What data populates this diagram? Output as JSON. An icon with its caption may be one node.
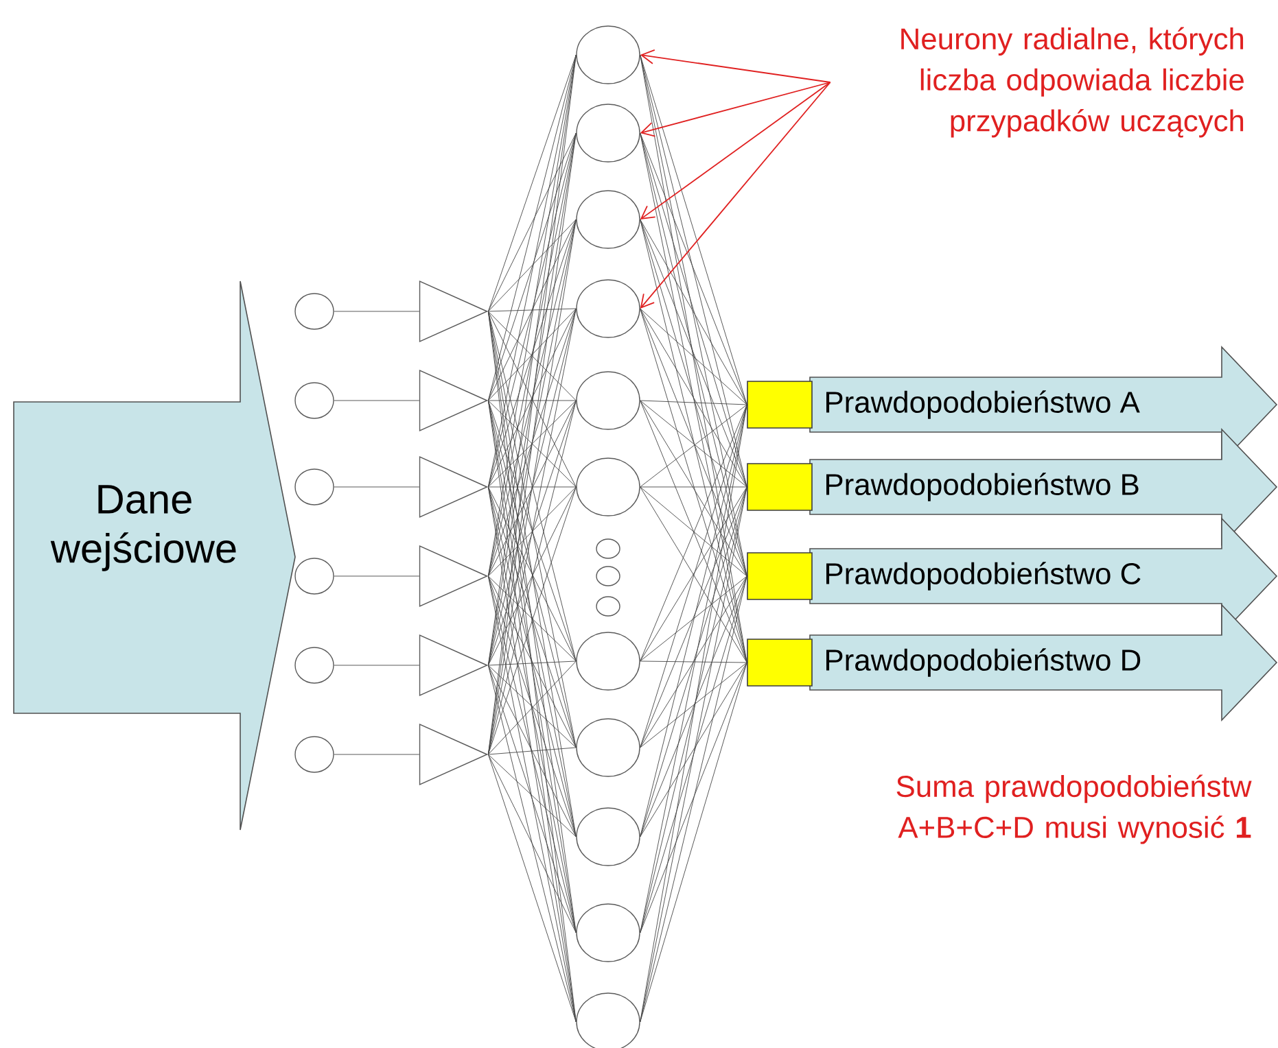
{
  "diagram": {
    "nodes": [
      {
        "text": [
          "Dane wejściowe"
        ]
      },
      {
        "text": [],
        "shape": "circle"
      },
      {
        "text": [],
        "shape": "circle"
      },
      {
        "text": [],
        "shape": "circle"
      },
      {
        "text": [],
        "shape": "circle"
      },
      {
        "text": [],
        "shape": "circle"
      },
      {
        "text": [],
        "shape": "circle"
      },
      {
        "text": [],
        "shape": "triangle"
      },
      {
        "text": [],
        "shape": "triangle"
      },
      {
        "text": [],
        "shape": "triangle"
      },
      {
        "text": [],
        "shape": "triangle"
      },
      {
        "text": [],
        "shape": "triangle"
      },
      {
        "text": [],
        "shape": "triangle"
      },
      {
        "text": [],
        "shape": "circle"
      },
      {
        "text": [],
        "shape": "circle"
      },
      {
        "text": [],
        "shape": "circle"
      },
      {
        "text": [],
        "shape": "circle"
      },
      {
        "text": [],
        "shape": "circle"
      },
      {
        "text": [],
        "shape": "circle"
      },
      {
        "text": [],
        "shape": "circle"
      },
      {
        "text": [],
        "shape": "circle"
      },
      {
        "text": [],
        "shape": "circle"
      },
      {
        "text": [],
        "shape": "circle"
      },
      {
        "text": [],
        "shape": "circle"
      },
      {
        "text": [],
        "shape": "circle"
      },
      {
        "text": [],
        "shape": "circle"
      },
      {
        "text": [],
        "shape": "circle"
      },
      {
        "text": [],
        "shape": "box"
      },
      {
        "text": [],
        "shape": "box"
      },
      {
        "text": [],
        "shape": "box"
      },
      {
        "text": [],
        "shape": "box"
      },
      {
        "text": [
          "Prawdopodobieństwo  A"
        ]
      },
      {
        "text": [
          "Prawdopodobieństwo  B"
        ]
      },
      {
        "text": [
          "Prawdopodobieństwo  C"
        ]
      },
      {
        "text": [
          "Prawdopodobieństwo  D"
        ]
      },
      {
        "text": [
          "Neurony radialne, których liczba odpowiada liczbie przypadków uczących"
        ]
      }
    ],
    "edges": [
      {
        "from": 1,
        "to": 7,
        "arrow": "none"
      },
      {
        "from": 2,
        "to": 8,
        "arrow": "none"
      },
      {
        "from": 3,
        "to": 9,
        "arrow": "none"
      },
      {
        "from": 4,
        "to": 10,
        "arrow": "none"
      },
      {
        "from": 5,
        "to": 11,
        "arrow": "none"
      },
      {
        "from": 6,
        "to": 12,
        "arrow": "none"
      },
      {
        "from": 7,
        "to": 13,
        "arrow": "none"
      },
      {
        "from": 7,
        "to": 14,
        "arrow": "none"
      },
      {
        "from": 7,
        "to": 15,
        "arrow": "none"
      },
      {
        "from": 7,
        "to": 16,
        "arrow": "none"
      },
      {
        "from": 7,
        "to": 17,
        "arrow": "none"
      },
      {
        "from": 7,
        "to": 18,
        "arrow": "none"
      },
      {
        "from": 7,
        "to": 22,
        "arrow": "none"
      },
      {
        "from": 7,
        "to": 23,
        "arrow": "none"
      },
      {
        "from": 7,
        "to": 24,
        "arrow": "none"
      },
      {
        "from": 7,
        "to": 25,
        "arrow": "none"
      },
      {
        "from": 7,
        "to": 26,
        "arrow": "none"
      },
      {
        "from": 8,
        "to": 13,
        "arrow": "none"
      },
      {
        "from": 8,
        "to": 14,
        "arrow": "none"
      },
      {
        "from": 8,
        "to": 15,
        "arrow": "none"
      },
      {
        "from": 8,
        "to": 16,
        "arrow": "none"
      },
      {
        "from": 8,
        "to": 17,
        "arrow": "none"
      },
      {
        "from": 8,
        "to": 18,
        "arrow": "none"
      },
      {
        "from": 8,
        "to": 22,
        "arrow": "none"
      },
      {
        "from": 8,
        "to": 23,
        "arrow": "none"
      },
      {
        "from": 8,
        "to": 24,
        "arrow": "none"
      },
      {
        "from": 8,
        "to": 25,
        "arrow": "none"
      },
      {
        "from": 8,
        "to": 26,
        "arrow": "none"
      },
      {
        "from": 9,
        "to": 13,
        "arrow": "none"
      },
      {
        "from": 9,
        "to": 14,
        "arrow": "none"
      },
      {
        "from": 9,
        "to": 15,
        "arrow": "none"
      },
      {
        "from": 9,
        "to": 16,
        "arrow": "none"
      },
      {
        "from": 9,
        "to": 17,
        "arrow": "none"
      },
      {
        "from": 9,
        "to": 18,
        "arrow": "none"
      },
      {
        "from": 9,
        "to": 22,
        "arrow": "none"
      },
      {
        "from": 9,
        "to": 23,
        "arrow": "none"
      },
      {
        "from": 9,
        "to": 24,
        "arrow": "none"
      },
      {
        "from": 9,
        "to": 25,
        "arrow": "none"
      },
      {
        "from": 9,
        "to": 26,
        "arrow": "none"
      },
      {
        "from": 10,
        "to": 13,
        "arrow": "none"
      },
      {
        "from": 10,
        "to": 14,
        "arrow": "none"
      },
      {
        "from": 10,
        "to": 15,
        "arrow": "none"
      },
      {
        "from": 10,
        "to": 16,
        "arrow": "none"
      },
      {
        "from": 10,
        "to": 17,
        "arrow": "none"
      },
      {
        "from": 10,
        "to": 18,
        "arrow": "none"
      },
      {
        "from": 10,
        "to": 22,
        "arrow": "none"
      },
      {
        "from": 10,
        "to": 23,
        "arrow": "none"
      },
      {
        "from": 10,
        "to": 24,
        "arrow": "none"
      },
      {
        "from": 10,
        "to": 25,
        "arrow": "none"
      },
      {
        "from": 10,
        "to": 26,
        "arrow": "none"
      },
      {
        "from": 11,
        "to": 13,
        "arrow": "none"
      },
      {
        "from": 11,
        "to": 14,
        "arrow": "none"
      },
      {
        "from": 11,
        "to": 15,
        "arrow": "none"
      },
      {
        "from": 11,
        "to": 16,
        "arrow": "none"
      },
      {
        "from": 11,
        "to": 17,
        "arrow": "none"
      },
      {
        "from": 11,
        "to": 18,
        "arrow": "none"
      },
      {
        "from": 11,
        "to": 22,
        "arrow": "none"
      },
      {
        "from": 11,
        "to": 23,
        "arrow": "none"
      },
      {
        "from": 11,
        "to": 24,
        "arrow": "none"
      },
      {
        "from": 11,
        "to": 25,
        "arrow": "none"
      },
      {
        "from": 11,
        "to": 26,
        "arrow": "none"
      },
      {
        "from": 12,
        "to": 13,
        "arrow": "none"
      },
      {
        "from": 12,
        "to": 14,
        "arrow": "none"
      },
      {
        "from": 12,
        "to": 15,
        "arrow": "none"
      },
      {
        "from": 12,
        "to": 16,
        "arrow": "none"
      },
      {
        "from": 12,
        "to": 17,
        "arrow": "none"
      },
      {
        "from": 12,
        "to": 18,
        "arrow": "none"
      },
      {
        "from": 12,
        "to": 22,
        "arrow": "none"
      },
      {
        "from": 12,
        "to": 23,
        "arrow": "none"
      },
      {
        "from": 12,
        "to": 24,
        "arrow": "none"
      },
      {
        "from": 12,
        "to": 25,
        "arrow": "none"
      },
      {
        "from": 12,
        "to": 26,
        "arrow": "none"
      },
      {
        "from": 13,
        "to": 27,
        "arrow": "none"
      },
      {
        "from": 13,
        "to": 28,
        "arrow": "none"
      },
      {
        "from": 13,
        "to": 29,
        "arrow": "none"
      },
      {
        "from": 13,
        "to": 30,
        "arrow": "none"
      },
      {
        "from": 14,
        "to": 27,
        "arrow": "none"
      },
      {
        "from": 14,
        "to": 28,
        "arrow": "none"
      },
      {
        "from": 14,
        "to": 29,
        "arrow": "none"
      },
      {
        "from": 14,
        "to": 30,
        "arrow": "none"
      },
      {
        "from": 15,
        "to": 27,
        "arrow": "none"
      },
      {
        "from": 15,
        "to": 28,
        "arrow": "none"
      },
      {
        "from": 15,
        "to": 29,
        "arrow": "none"
      },
      {
        "from": 15,
        "to": 30,
        "arrow": "none"
      },
      {
        "from": 16,
        "to": 27,
        "arrow": "none"
      },
      {
        "from": 16,
        "to": 28,
        "arrow": "none"
      },
      {
        "from": 16,
        "to": 29,
        "arrow": "none"
      },
      {
        "from": 16,
        "to": 30,
        "arrow": "none"
      },
      {
        "from": 17,
        "to": 27,
        "arrow": "none"
      },
      {
        "from": 17,
        "to": 28,
        "arrow": "none"
      },
      {
        "from": 17,
        "to": 29,
        "arrow": "none"
      },
      {
        "from": 17,
        "to": 30,
        "arrow": "none"
      },
      {
        "from": 18,
        "to": 27,
        "arrow": "none"
      },
      {
        "from": 18,
        "to": 28,
        "arrow": "none"
      },
      {
        "from": 18,
        "to": 29,
        "arrow": "none"
      },
      {
        "from": 18,
        "to": 30,
        "arrow": "none"
      },
      {
        "from": 22,
        "to": 27,
        "arrow": "none"
      },
      {
        "from": 22,
        "to": 28,
        "arrow": "none"
      },
      {
        "from": 22,
        "to": 29,
        "arrow": "none"
      },
      {
        "from": 22,
        "to": 30,
        "arrow": "none"
      },
      {
        "from": 23,
        "to": 27,
        "arrow": "none"
      },
      {
        "from": 23,
        "to": 28,
        "arrow": "none"
      },
      {
        "from": 23,
        "to": 29,
        "arrow": "none"
      },
      {
        "from": 23,
        "to": 30,
        "arrow": "none"
      },
      {
        "from": 24,
        "to": 27,
        "arrow": "none"
      },
      {
        "from": 24,
        "to": 28,
        "arrow": "none"
      },
      {
        "from": 24,
        "to": 29,
        "arrow": "none"
      },
      {
        "from": 24,
        "to": 30,
        "arrow": "none"
      },
      {
        "from": 25,
        "to": 27,
        "arrow": "none"
      },
      {
        "from": 25,
        "to": 28,
        "arrow": "none"
      },
      {
        "from": 25,
        "to": 29,
        "arrow": "none"
      },
      {
        "from": 25,
        "to": 30,
        "arrow": "none"
      },
      {
        "from": 26,
        "to": 27,
        "arrow": "none"
      },
      {
        "from": 26,
        "to": 28,
        "arrow": "none"
      },
      {
        "from": 26,
        "to": 29,
        "arrow": "none"
      },
      {
        "from": 26,
        "to": 30,
        "arrow": "none"
      },
      {
        "from": 35,
        "to": 13,
        "arrow": "to",
        "color": "#e02020"
      },
      {
        "from": 35,
        "to": 14,
        "arrow": "to",
        "color": "#e02020"
      },
      {
        "from": 35,
        "to": 15,
        "arrow": "to",
        "color": "#e02020"
      },
      {
        "from": 35,
        "to": 16,
        "arrow": "to",
        "color": "#e02020"
      }
    ],
    "labels": [
      "Suma prawdopodobieństw A+B+C+D musi wynosić **1**"
    ]
  }
}
